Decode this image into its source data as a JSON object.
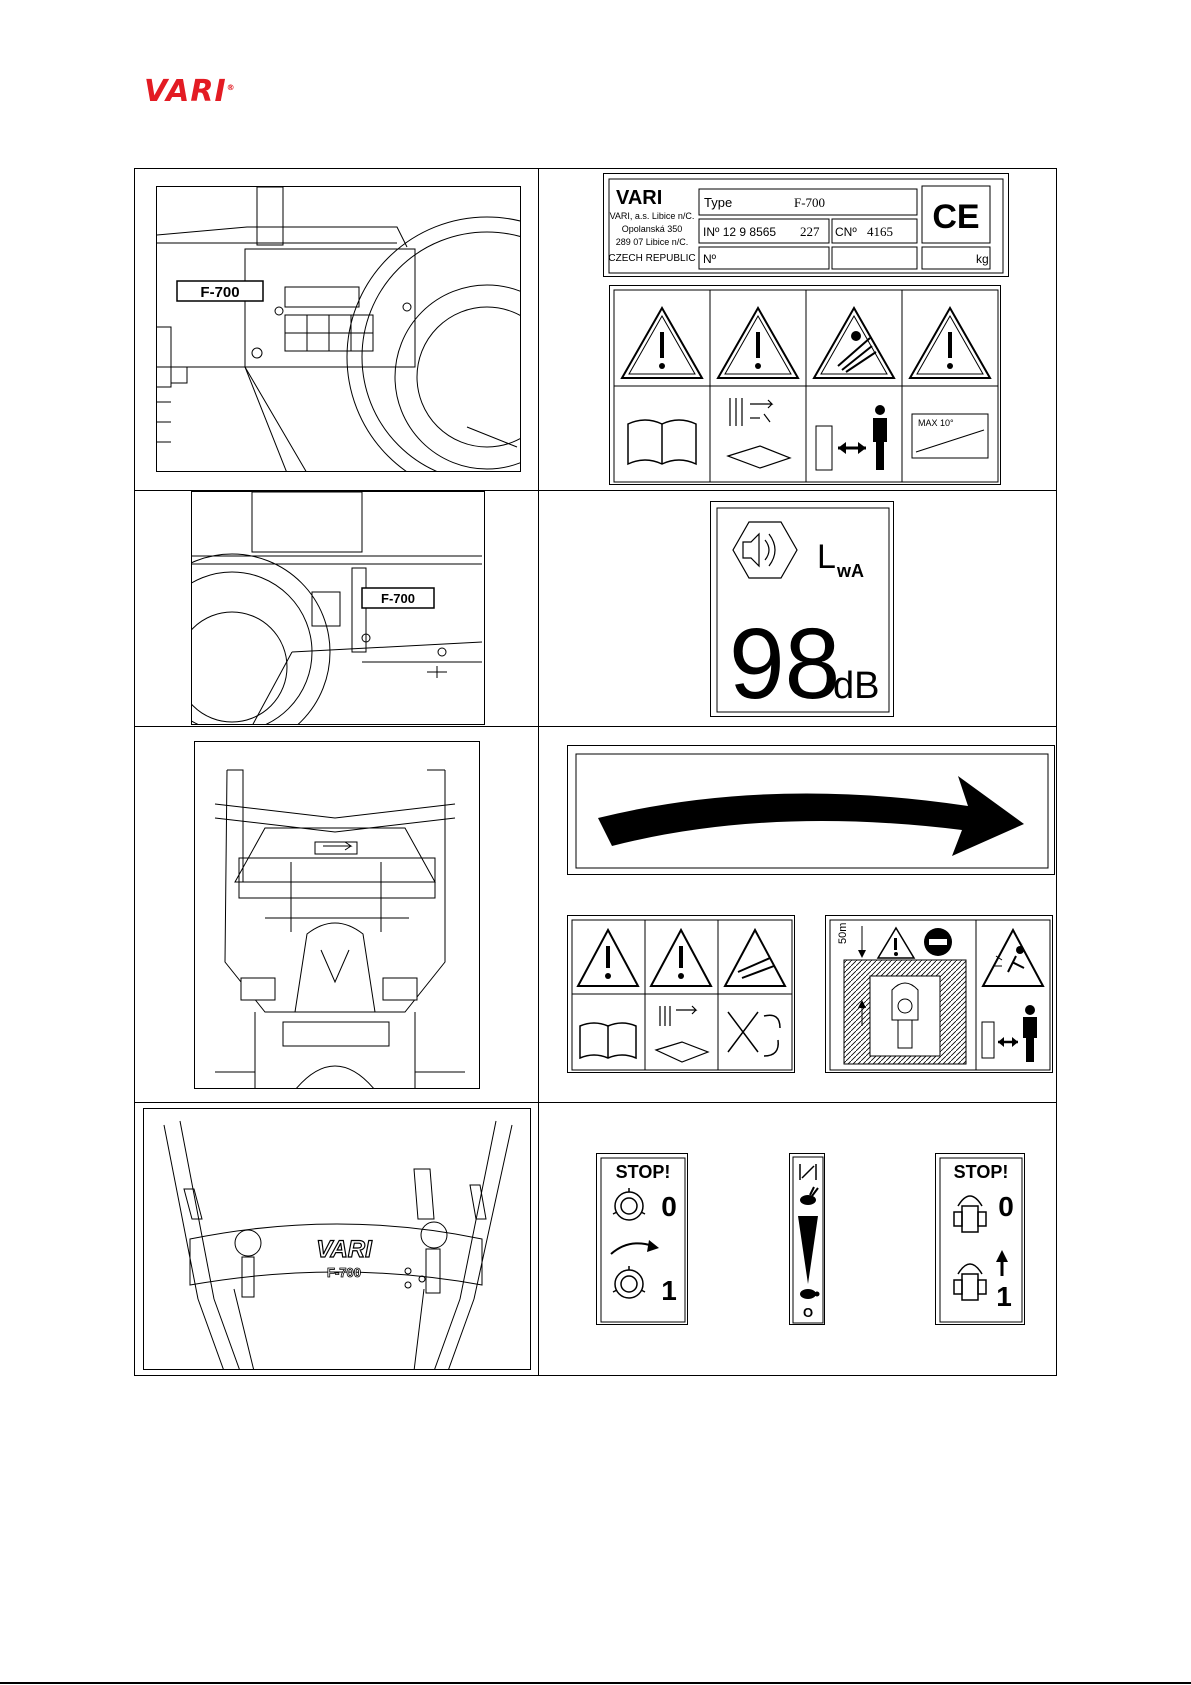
{
  "brand": {
    "logo_text": "VARI",
    "logo_mark": "®",
    "color": "#e31b23"
  },
  "nameplate": {
    "brand": "VARI",
    "address_lines": [
      "VARI, a.s. Libice n/C.",
      "Opolanská 350",
      "289 07 Libice n/C.",
      "CZECH REPUBLIC"
    ],
    "type_label": "Type",
    "type_value": "F-700",
    "in_label": "INº 12 9 8565",
    "in_value": "227",
    "cn_label": "CNº",
    "cn_value": "4165",
    "no_label": "Nº",
    "kg_label": "kg",
    "ce_mark": "CE"
  },
  "model_badge": "F-700",
  "warning_panel": {
    "slope_label": "MAX 10°"
  },
  "noise_label": {
    "lwa_main": "L",
    "lwa_sub": "wA",
    "value": "98",
    "unit": "dB"
  },
  "distance_label": "50m",
  "handle_panel": {
    "brand": "VARI",
    "model": "F-700"
  },
  "control_labels": {
    "left": {
      "stop": "STOP!",
      "off": "0",
      "on": "1"
    },
    "middle": {
      "bottom": "O"
    },
    "right": {
      "stop": "STOP!",
      "off": "0",
      "on": "1"
    }
  }
}
